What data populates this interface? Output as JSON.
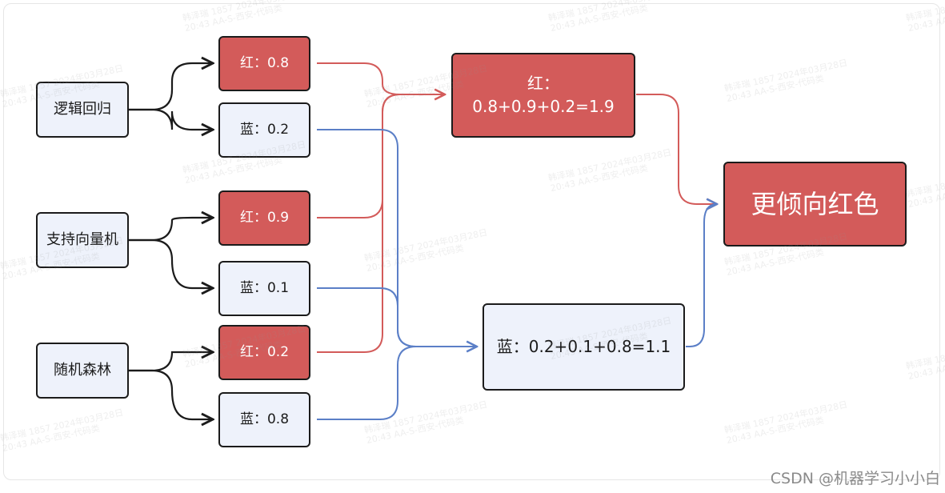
{
  "models": [
    {
      "label": "逻辑回归"
    },
    {
      "label": "支持向量机"
    },
    {
      "label": "随机森林"
    }
  ],
  "scores": [
    {
      "label": "红：0.8",
      "kind": "red"
    },
    {
      "label": "蓝：0.2",
      "kind": "blue"
    },
    {
      "label": "红：0.9",
      "kind": "red"
    },
    {
      "label": "蓝：0.1",
      "kind": "blue"
    },
    {
      "label": "红：0.2",
      "kind": "red"
    },
    {
      "label": "蓝：0.8",
      "kind": "blue"
    }
  ],
  "red_sum": {
    "line1": "红：",
    "line2": "0.8+0.9+0.2=1.9"
  },
  "blue_sum": {
    "label": "蓝：0.2+0.1+0.8=1.1"
  },
  "result": {
    "label": "更倾向红色"
  },
  "colors": {
    "red": "#d35b5a",
    "blue": "#5b7fc7",
    "blue_fill": "#eef2fb",
    "border": "#1b1b1b"
  },
  "watermark": "韩泽瑞 1857 2024年03月28日\n20:43 AA-S-西安-代码类",
  "credit": "CSDN @机器学习小小白"
}
